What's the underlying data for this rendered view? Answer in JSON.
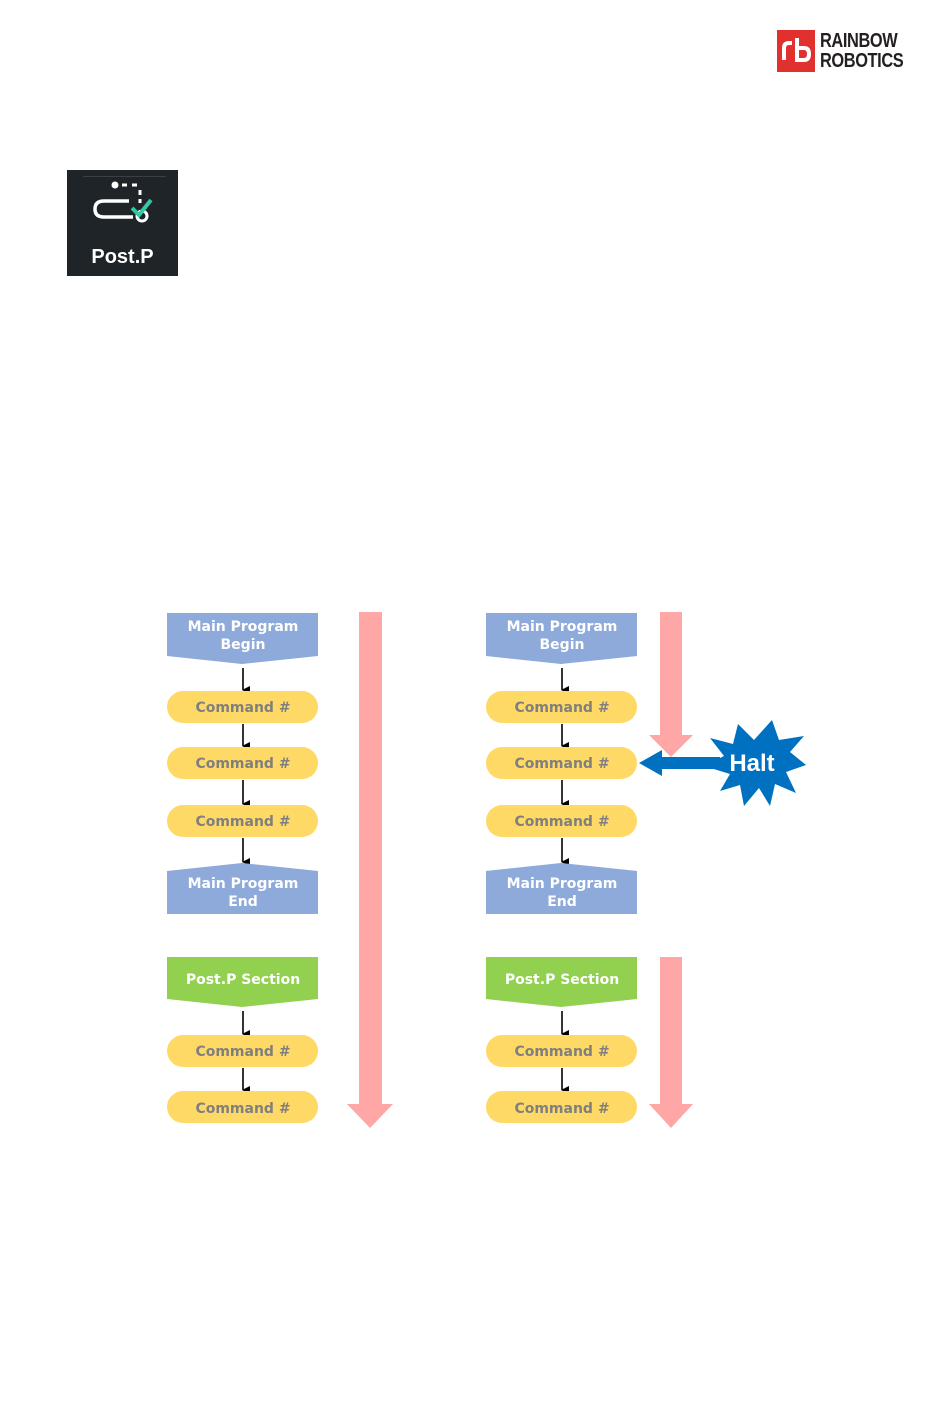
{
  "logo": {
    "line1": "RAINBOW",
    "line2": "ROBOTICS",
    "brand_color": "#e0312f"
  },
  "app_icon": {
    "label": "Post.P",
    "icon": "post-program-icon"
  },
  "diagram": {
    "left_flow": {
      "main_begin": [
        "Main Program",
        "Begin"
      ],
      "commands_main": [
        "Command #",
        "Command #",
        "Command #"
      ],
      "main_end": [
        "Main Program",
        "End"
      ],
      "post_section": "Post.P Section",
      "commands_post": [
        "Command #",
        "Command #"
      ]
    },
    "right_flow": {
      "main_begin": [
        "Main Program",
        "Begin"
      ],
      "commands_main": [
        "Command #",
        "Command #",
        "Command #"
      ],
      "main_end": [
        "Main Program",
        "End"
      ],
      "post_section": "Post.P Section",
      "commands_post": [
        "Command #",
        "Command #"
      ],
      "halt_label": "Halt"
    },
    "colors": {
      "program_block": "#8eaadb",
      "command_block": "#ffd966",
      "post_block": "#92d050",
      "command_text": "#7f7f7f",
      "flow_arrow": "#ffa6a6",
      "halt_arrow": "#0070c0"
    }
  }
}
